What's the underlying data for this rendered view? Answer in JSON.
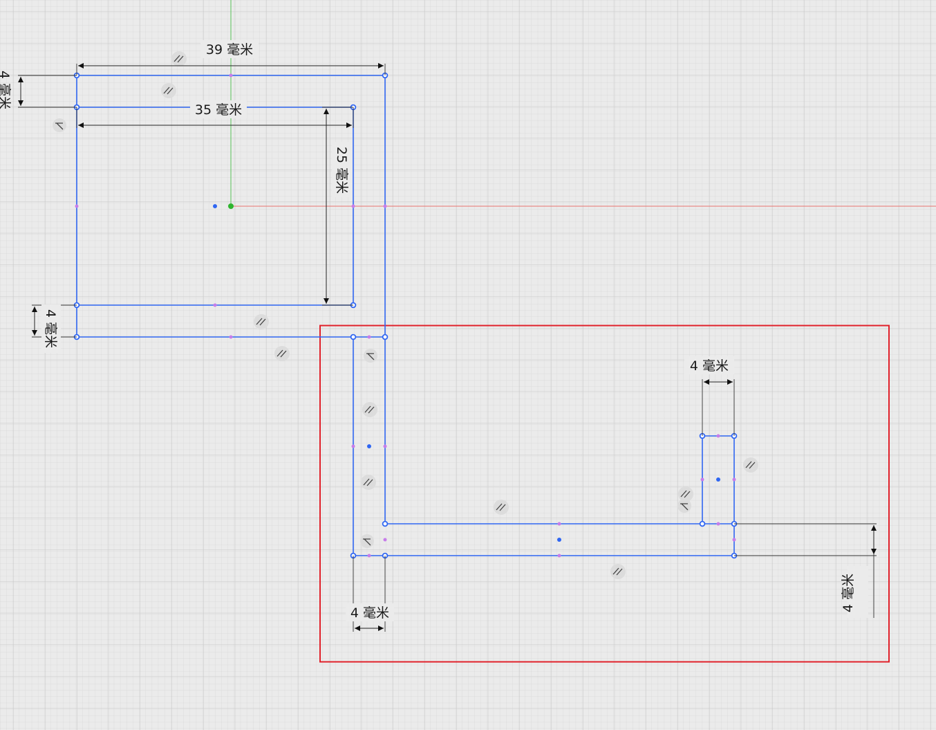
{
  "units": "毫米",
  "dimensions": {
    "outer_width": "39 毫米",
    "inner_width": "35 毫米",
    "inner_height": "25 毫米",
    "top_thickness": "4 毫米",
    "bottom_thickness": "4 毫米",
    "vertical_leg_width": "4 毫米",
    "post_width": "4 毫米",
    "horizontal_leg_thickness": "4 毫米"
  },
  "colors": {
    "background": "#ebebeb",
    "grid_minor": "#d6d6d6",
    "grid_major": "#c9c9c9",
    "sketch_line": "#2f66f2",
    "x_axis": "#e8736f",
    "y_axis": "#57c257",
    "origin": "#2fb52f",
    "midpoint": "#c77dea",
    "selection_box": "#e0202a"
  },
  "icons": {
    "parallel": "parallel-constraint-icon",
    "perpendicular": "perpendicular-constraint-icon"
  }
}
